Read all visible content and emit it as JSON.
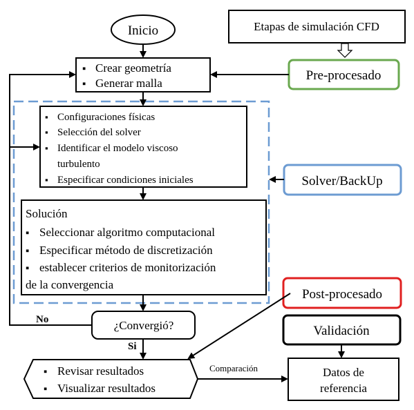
{
  "diagram": {
    "start": "Inicio",
    "stages_title": "Etapas de simulación CFD",
    "preprocess_box": {
      "items": [
        "Crear geometría",
        "Generar malla"
      ]
    },
    "preprocess_label": "Pre-procesado",
    "physics_box": {
      "items": [
        "Configuraciones físicas",
        "Selección del solver",
        "Identificar el modelo viscoso",
        "turbulento",
        "Especificar condiciones iniciales"
      ]
    },
    "solver_label": "Solver/BackUp",
    "solution_box": {
      "title": "Solución",
      "items": [
        "Seleccionar algoritmo computacional",
        "Especificar método de discretización",
        "establecer criterios de monitorización",
        "de la convergencia"
      ]
    },
    "postprocess_label": "Post-procesado",
    "decision": "¿Convergió?",
    "no_label": "No",
    "yes_label": "Si",
    "results_box": {
      "items": [
        "Revisar resultados",
        "Visualizar resultados"
      ]
    },
    "validation_label": "Validación",
    "comparison_label": "Comparación",
    "reference_box": {
      "lines": [
        "Datos de",
        "referencia"
      ]
    },
    "bullet": "▪",
    "colors": {
      "pre": "#6aa84f",
      "solver": "#6c9bd2",
      "post": "#e02020",
      "dashed": "#6c9bd2",
      "line": "#000000"
    }
  }
}
